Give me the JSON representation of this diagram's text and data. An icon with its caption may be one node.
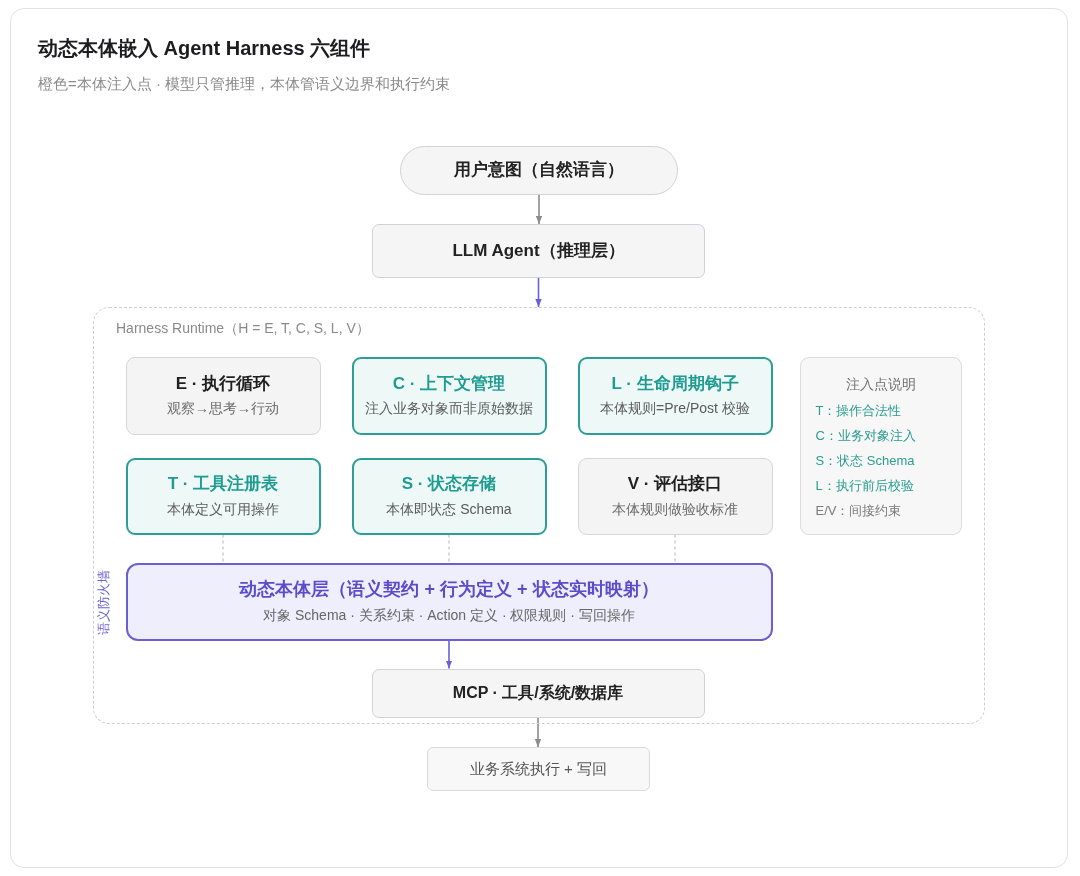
{
  "diagram": {
    "title": "动态本体嵌入 Agent Harness 六组件",
    "nodes": [
      {
        "text": [
          "用户意图（自然语言）"
        ]
      },
      {
        "text": [
          "LLM Agent（推理层）"
        ]
      },
      {
        "text": [
          "Harness Runtime（H = E, T, C, S, L, V）"
        ]
      },
      {
        "text": [
          "E · 执行循环",
          "观察→思考→行动"
        ],
        "in": 2
      },
      {
        "text": [
          "C · 上下文管理",
          "注入业务对象而非原始数据"
        ],
        "in": 2
      },
      {
        "text": [
          "L · 生命周期钩子",
          "本体规则=Pre/Post 校验"
        ],
        "in": 2
      },
      {
        "text": [
          "注入点说明",
          "T：操作合法性",
          "C：业务对象注入",
          "S：状态 Schema",
          "L：执行前后校验",
          "E/V：间接约束"
        ],
        "in": 2
      },
      {
        "text": [
          "T · 工具注册表",
          "本体定义可用操作"
        ],
        "in": 2
      },
      {
        "text": [
          "S · 状态存储",
          "本体即状态 Schema"
        ],
        "in": 2
      },
      {
        "text": [
          "V · 评估接口",
          "本体规则做验收标准"
        ],
        "in": 2
      },
      {
        "text": [
          "动态本体层（语义契约 + 行为定义 + 状态实时映射）",
          "对象 Schema · 关系约束 · Action 定义 · 权限规则 · 写回操作"
        ],
        "in": 2
      },
      {
        "text": [
          "MCP · 工具/系统/数据库"
        ],
        "in": 2
      },
      {
        "text": [
          "业务系统执行 + 写回"
        ]
      }
    ],
    "edges": [
      {
        "from": 0,
        "to": 1,
        "arrow": "to"
      },
      {
        "from": 1,
        "to": 2,
        "arrow": "to",
        "color": "#6b5fd3"
      },
      {
        "from": 7,
        "to": 10,
        "arrow": "none",
        "style": "dashed"
      },
      {
        "from": 8,
        "to": 10,
        "arrow": "none",
        "style": "dashed"
      },
      {
        "from": 9,
        "to": 10,
        "arrow": "none",
        "style": "dashed"
      },
      {
        "from": 10,
        "to": 11,
        "arrow": "to",
        "color": "#6b5fd3"
      },
      {
        "from": 11,
        "to": 12,
        "arrow": "to"
      }
    ],
    "labels": [
      "橙色=本体注入点 · 模型只管推理，本体管语义边界和执行约束",
      "语义防火墙"
    ]
  }
}
